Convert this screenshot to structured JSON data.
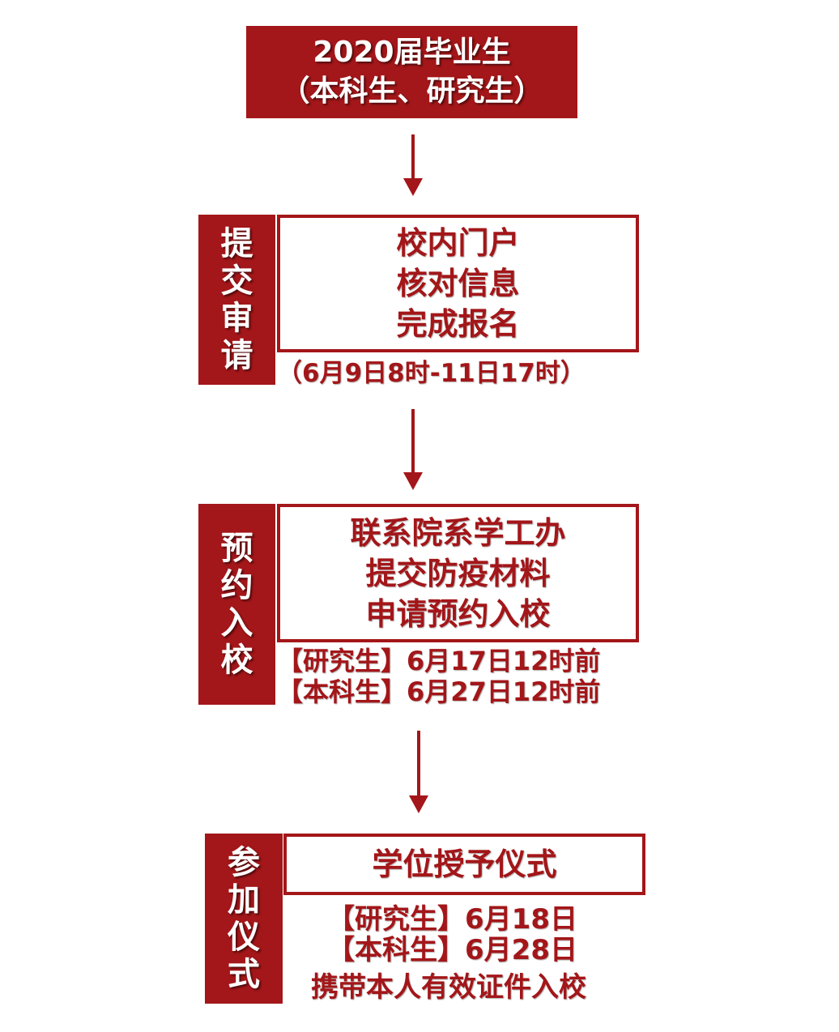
{
  "colors": {
    "accent": "#a31619",
    "background": "#ffffff"
  },
  "header": {
    "line1": "2020届毕业生",
    "line2": "（本科生、研究生）"
  },
  "steps": [
    {
      "label_chars": [
        "提",
        "交",
        "审",
        "请"
      ],
      "content_lines": [
        "校内门户",
        "核对信息",
        "完成报名"
      ],
      "notes": [
        "（6月9日8时-11日17时）"
      ]
    },
    {
      "label_chars": [
        "预",
        "约",
        "入",
        "校"
      ],
      "content_lines": [
        "联系院系学工办",
        "提交防疫材料",
        "申请预约入校"
      ],
      "notes": [
        "【研究生】6月17日12时前",
        "【本科生】6月27日12时前"
      ]
    },
    {
      "label_chars": [
        "参",
        "加",
        "仪",
        "式"
      ],
      "content_lines": [
        "学位授予仪式"
      ],
      "notes": [
        "【研究生】6月18日",
        "【本科生】6月28日",
        "携带本人有效证件入校"
      ]
    }
  ]
}
